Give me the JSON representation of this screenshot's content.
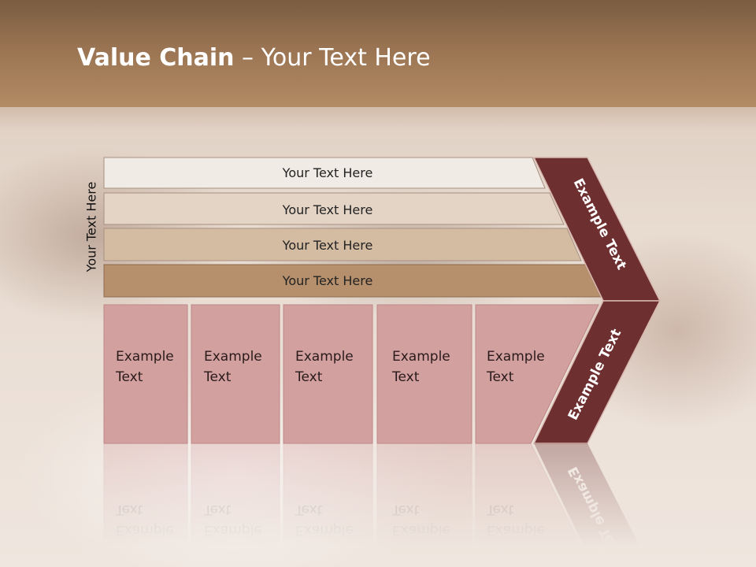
{
  "slide": {
    "title_bold": "Value Chain",
    "title_rest": " – Your Text Here",
    "side_label": "Your Text Here"
  },
  "bars": [
    {
      "label": "Your Text Here",
      "color": "#f1ebe6"
    },
    {
      "label": "Your Text Here",
      "color": "#e4d4c6"
    },
    {
      "label": "Your Text Here",
      "color": "#d4bca3"
    },
    {
      "label": "Your Text Here",
      "color": "#b6906c"
    }
  ],
  "boxes": [
    {
      "line1": "Example",
      "line2": "Text"
    },
    {
      "line1": "Example",
      "line2": "Text"
    },
    {
      "line1": "Example",
      "line2": "Text"
    },
    {
      "line1": "Example",
      "line2": "Text"
    },
    {
      "line1": "Example",
      "line2": "Text"
    }
  ],
  "chevron": {
    "upper_label": "Example Text",
    "lower_label": "Example Text",
    "color": "#6e2f31"
  },
  "colors": {
    "box_fill": "#d3a0a0",
    "box_stroke": "#bd8787"
  }
}
